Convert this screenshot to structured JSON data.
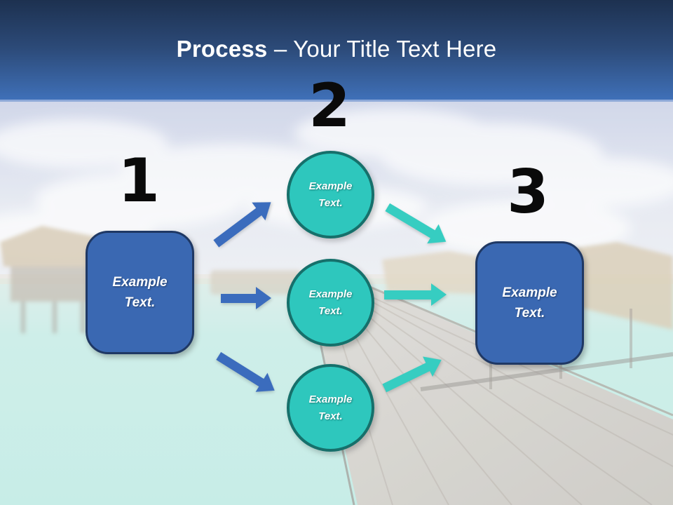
{
  "title": {
    "emphasis": "Process",
    "rest": "– Your Title Text Here"
  },
  "steps": {
    "step1": {
      "number": "1",
      "box_text": "Example Text."
    },
    "step2": {
      "number": "2",
      "circle_top_text": "Example Text.",
      "circle_middle_text": "Example Text.",
      "circle_bottom_text": "Example Text."
    },
    "step3": {
      "number": "3",
      "box_text": "Example Text."
    }
  },
  "colors": {
    "header_top": "#1d3150",
    "header_bottom": "#3f70b8",
    "title_color": "#ffffff",
    "number_color": "#0a0a0a",
    "box_fill": "#3a68b2",
    "box_border": "#1f3864",
    "circle_fill": "#2ec7bd",
    "circle_border": "#16706b",
    "arrow_blue": "#3b6cbd",
    "arrow_teal": "#36cdc1"
  }
}
